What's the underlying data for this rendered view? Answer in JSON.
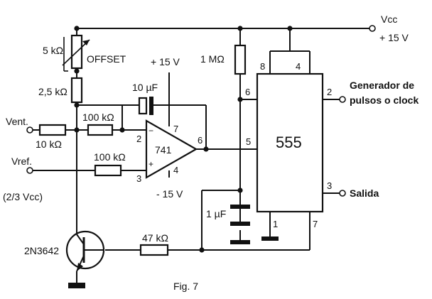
{
  "labels": {
    "vcc_name": "Vcc",
    "vcc_value": "+ 15 V",
    "pot_value": "5 kΩ",
    "offset": "OFFSET",
    "r_offset": "2,5 kΩ",
    "cap_feedback": "10 µF",
    "plus15": "+ 15 V",
    "minus15": "- 15 V",
    "r_timing": "1 MΩ",
    "vent": "Vent.",
    "r_vent": "10 kΩ",
    "r_in_minus": "100 kΩ",
    "r_in_plus": "100 kΩ",
    "opamp": "741",
    "opamp_minus_sign": "−",
    "opamp_plus_sign": "+",
    "opamp_pin2": "2",
    "opamp_pin3": "3",
    "opamp_pin4": "4",
    "opamp_pin6": "6",
    "opamp_pin7": "7",
    "vref": "Vref.",
    "vref_note": "(2/3 Vcc)",
    "timer": "555",
    "pin8": "8",
    "pin4": "4",
    "pin6": "6",
    "pin5": "5",
    "pin2": "2",
    "pin3": "3",
    "pin1": "1",
    "pin7": "7",
    "gen_line1": "Generador de",
    "gen_line2": "pulsos o clock",
    "salida": "Salida",
    "cap_timing": "1 µF",
    "r_base": "47 kΩ",
    "transistor": "2N3642",
    "fig": "Fig. 7"
  }
}
